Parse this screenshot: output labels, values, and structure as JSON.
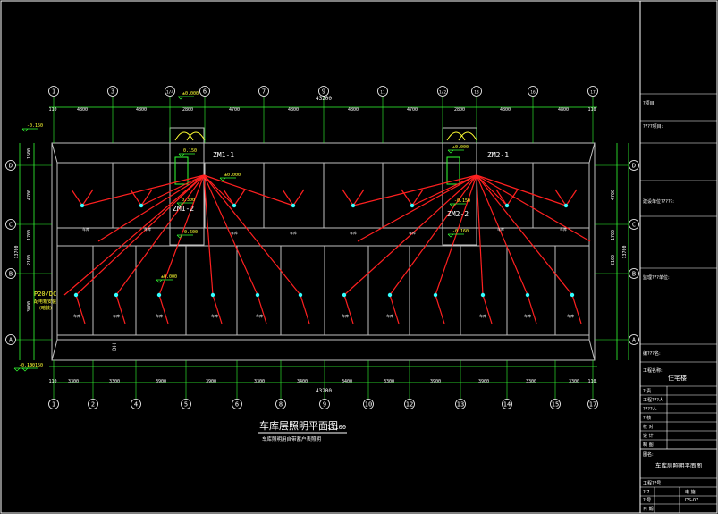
{
  "drawing": {
    "title": "车库层照明平面图",
    "scale": "1:100",
    "subtitle": "车库照明用自带蓄户表照明",
    "total_dim": "43200",
    "axis_top": [
      "1",
      "3",
      "1/4",
      "6",
      "7",
      "9",
      "11",
      "1/2",
      "13",
      "16",
      "17"
    ],
    "axis_bottom": [
      "1",
      "2",
      "4",
      "5",
      "6",
      "8",
      "9",
      "10",
      "12",
      "13",
      "14",
      "15",
      "17"
    ],
    "axis_side": [
      "D",
      "C",
      "B",
      "A"
    ],
    "top_dims": [
      "110",
      "4800",
      "4800",
      "2800",
      "4700",
      "4800",
      "4800",
      "4700",
      "2800",
      "4800",
      "4800",
      "110"
    ],
    "bottom_dims": [
      "110",
      "3300",
      "3300",
      "3900",
      "3900",
      "3300",
      "3400",
      "3400",
      "3300",
      "3900",
      "3900",
      "3300",
      "3300",
      "110"
    ],
    "left_dims": [
      "1500",
      "4700",
      "1700",
      "2100",
      "3000"
    ],
    "left_total": "13700",
    "right_dims": [
      "4700",
      "1700",
      "2100"
    ],
    "right_total": "13700",
    "panels": [
      "ZM1-1",
      "ZM1-2",
      "ZM2-1",
      "ZM2-2"
    ],
    "panel_left": "P20/DC",
    "panel_left_note": "配电箱安装",
    "panel_left_sub": "(暗装)",
    "levels": [
      "±0.000",
      "0.150",
      "±0.000",
      "0.300",
      "-0.600",
      "±0.000",
      "-0.150",
      "-0.150",
      "±0.000",
      "-0.150",
      "-0.160",
      "-0.150"
    ],
    "room_label": "车库",
    "dh_label": "DH"
  },
  "title_block": {
    "fields": [
      "?项目:",
      "????项目:",
      "建设单位?????:",
      "监理???单位:",
      "编???名:"
    ],
    "design_unit": "工程名称:",
    "project_name": "住宅楼",
    "rows": [
      {
        "k": "? 责",
        "v": ""
      },
      {
        "k": "工程???人",
        "v": ""
      },
      {
        "k": "????人",
        "v": ""
      },
      {
        "k": "? 核",
        "v": ""
      },
      {
        "k": "校 对",
        "v": ""
      },
      {
        "k": "设 计",
        "v": ""
      },
      {
        "k": "制 图",
        "v": ""
      }
    ],
    "drawing_label": "图名:",
    "drawing_name": "车库层照明平面图",
    "project_no_label": "工程??号",
    "phase_label": "? 7",
    "phase_value": "电 施",
    "sheet_label": "? 号",
    "sheet_value": "DS-07",
    "date_label": "日 期",
    "date_value": ""
  }
}
